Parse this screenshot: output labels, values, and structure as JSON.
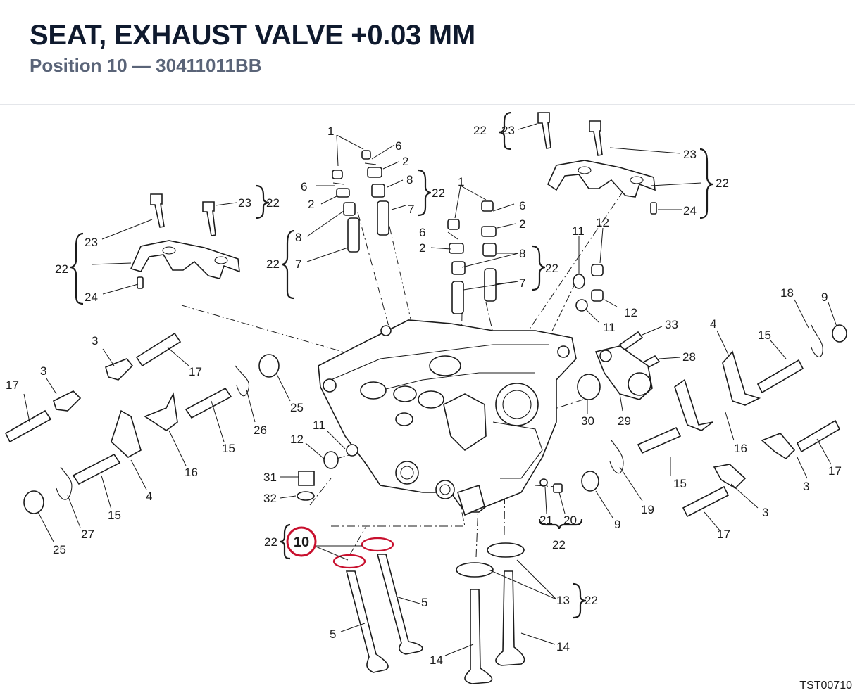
{
  "header": {
    "title": "SEAT, EXHAUST VALVE +0.03 MM",
    "subtitle": "Position 10 — 30411011BB"
  },
  "highlight": {
    "label": "10",
    "color": "#c8102e"
  },
  "colors": {
    "title": "#0f1a2e",
    "subtitle": "#5a6478",
    "line": "#1b1b1b"
  },
  "labels": {
    "l1a": "1",
    "l6a": "6",
    "l2a": "2",
    "l6b": "6",
    "l2b": "2",
    "l8a": "8",
    "l22a": "22",
    "l7a": "7",
    "l8b": "8",
    "l22b": "22",
    "l7b": "7",
    "l23a": "23",
    "l22c": "22",
    "l23b": "23",
    "l22d": "22",
    "l24a": "24",
    "l22e": "22",
    "l23c": "23",
    "l23d": "23",
    "l22f": "22",
    "l24b": "24",
    "l1b": "1",
    "l6c": "6",
    "l2c": "2",
    "l6d": "6",
    "l2d": "2",
    "l8c": "8",
    "l22g": "22",
    "l7c": "7",
    "l11a": "11",
    "l12a": "12",
    "l12b": "12",
    "l11b": "11",
    "l33": "33",
    "l28": "28",
    "l30": "30",
    "l29": "29",
    "l4a": "4",
    "l18": "18",
    "l9a": "9",
    "l15a": "15",
    "l16a": "16",
    "l3a": "3",
    "l17a": "17",
    "l3b": "3",
    "l17b": "17",
    "l26": "26",
    "l25a": "25",
    "l15b": "15",
    "l16b": "16",
    "l4b": "4",
    "l15c": "15",
    "l27": "27",
    "l25b": "25",
    "l11c": "11",
    "l12c": "12",
    "l31": "31",
    "l32": "32",
    "l21": "21",
    "l20": "20",
    "l22h": "22",
    "l15d": "15",
    "l19": "19",
    "l9b": "9",
    "l3c": "3",
    "l17c": "17",
    "l3d": "3",
    "l17d": "17",
    "l22i": "22",
    "l5a": "5",
    "l5b": "5",
    "l13": "13",
    "l22j": "22",
    "l14a": "14",
    "l14b": "14"
  },
  "reference": "TST00710"
}
